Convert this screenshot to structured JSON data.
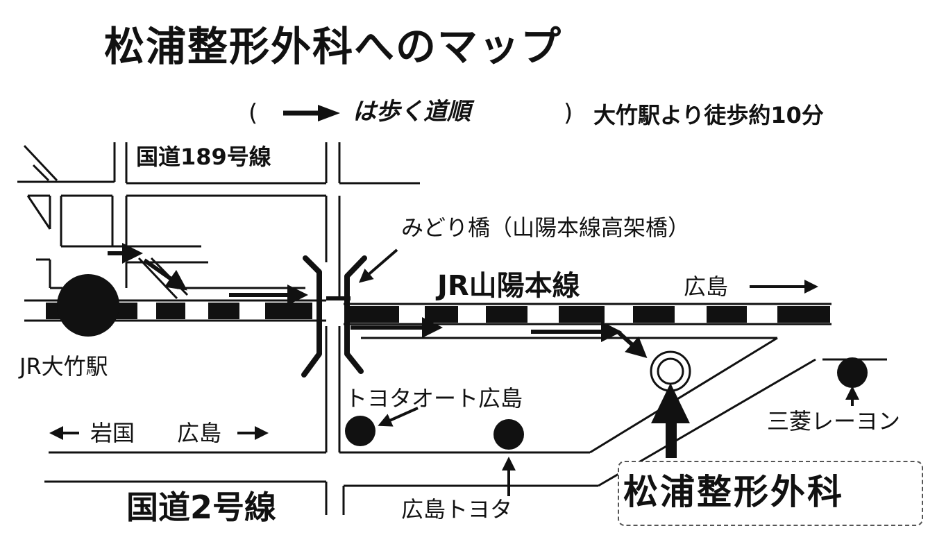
{
  "title": "松浦整形外科へのマップ",
  "legend": {
    "open_paren": "(",
    "arrow_note": "は歩く道順",
    "close_paren": ")",
    "walk_info": "大竹駅より徒歩約10分"
  },
  "roads": {
    "route189": "国道189号線",
    "route2": "国道2号線"
  },
  "rail": {
    "line": "JR山陽本線",
    "bridge": "みどり橋（山陽本線高架橋）",
    "station": "JR大竹駅",
    "to_hiroshima": "広島"
  },
  "directions": {
    "iwakuni": "岩国",
    "hiroshima": "広島"
  },
  "landmarks": {
    "toyota_auto": "トヨタオート広島",
    "hiroshima_toyota": "広島トヨタ",
    "mitsubishi_rayon": "三菱レーヨン"
  },
  "destination": "松浦整形外科",
  "colors": {
    "ink": "#111111",
    "paper": "#ffffff"
  }
}
